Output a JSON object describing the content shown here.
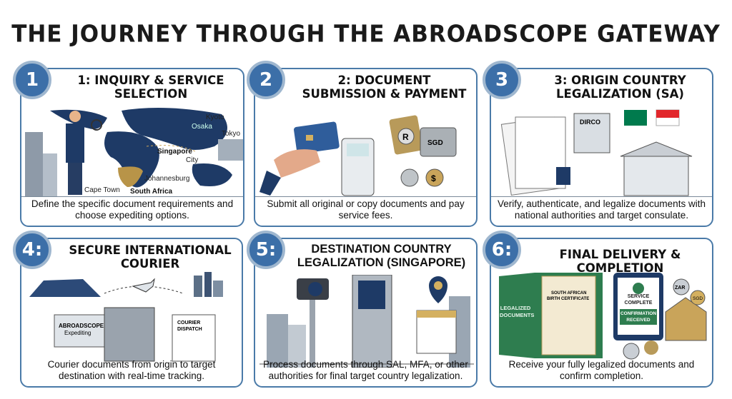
{
  "title": "THE JOURNEY THROUGH THE ABROADSCOPE GATEWAY",
  "steps": [
    {
      "badge": "1",
      "title": "1: INQUIRY & SERVICE SELECTION",
      "caption": "Define the specific document requirements and choose expediting options.",
      "labels": {
        "kyoto": "Kyoto",
        "osaka": "Osaka",
        "tokyo": "Tokyo",
        "singapore": "Singapore",
        "city": "City",
        "johannesburg": "Johannesburg",
        "cape_town": "Cape Town",
        "south_africa": "South Africa"
      }
    },
    {
      "badge": "2",
      "title": "2: DOCUMENT SUBMISSION & PAYMENT",
      "caption": "Submit all original or copy documents and pay service fees.",
      "labels": {
        "r": "R",
        "sgd": "SGD",
        "dollar": "$"
      }
    },
    {
      "badge": "3",
      "title": "3: ORIGIN COUNTRY LEGALIZATION (SA)",
      "caption": "Verify, authenticate, and legalize documents with national authorities and target consulate.",
      "labels": {
        "dirco": "DIRCO"
      }
    },
    {
      "badge": "4:",
      "title": "SECURE INTERNATIONAL COURIER",
      "caption": "Courier documents from origin to target destination with real-time tracking.",
      "labels": {
        "brand": "ABROADSCOPE",
        "expediting": "Expediting",
        "courier": "COURIER",
        "dispatch": "DISPATCH"
      }
    },
    {
      "badge": "5:",
      "title": "DESTINATION COUNTRY LEGALIZATION (SINGAPORE)",
      "caption": "Process documents through SAL, MFA, or other authorities for final target country legalization."
    },
    {
      "badge": "6:",
      "title": "FINAL DELIVERY & COMPLETION",
      "caption": "Receive your fully legalized documents and confirm completion.",
      "labels": {
        "folder": "LEGALIZED DOCUMENTS",
        "cert1": "SOUTH AFRICAN",
        "cert2": "BIRTH CERTIFICATE",
        "service": "SERVICE COMPLETE",
        "confirm": "CONFIRMATION RECEIVED",
        "zar": "ZAR",
        "sgd": "SGD"
      }
    }
  ]
}
